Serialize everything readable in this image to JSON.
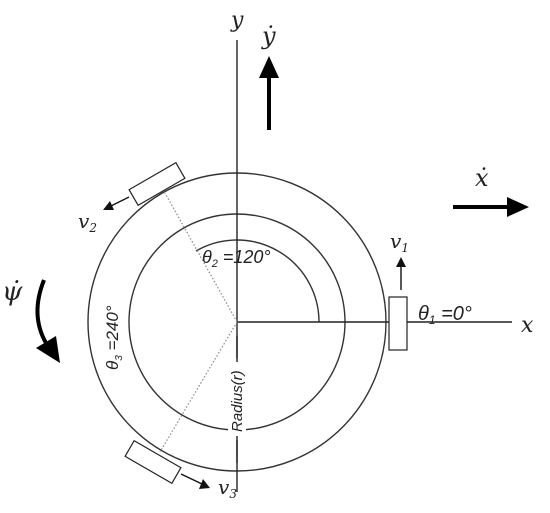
{
  "axes": {
    "x": "x",
    "y": "y"
  },
  "velocities": {
    "y_dot": "ẏ",
    "x_dot": "ẋ",
    "psi_dot": "ψ̇"
  },
  "wheels": {
    "v1": {
      "var": "v",
      "sub": "1"
    },
    "v2": {
      "var": "v",
      "sub": "2"
    },
    "v3": {
      "var": "v",
      "sub": "3"
    }
  },
  "angles": {
    "theta1": {
      "sym": "θ",
      "sub": "1",
      "val": " =0°"
    },
    "theta2": {
      "sym": "θ",
      "sub": "2",
      "val": " =120°"
    },
    "theta3": {
      "sym": "θ",
      "sub": "3",
      "val": " =240°"
    }
  },
  "radius_label": "Radius(r)"
}
